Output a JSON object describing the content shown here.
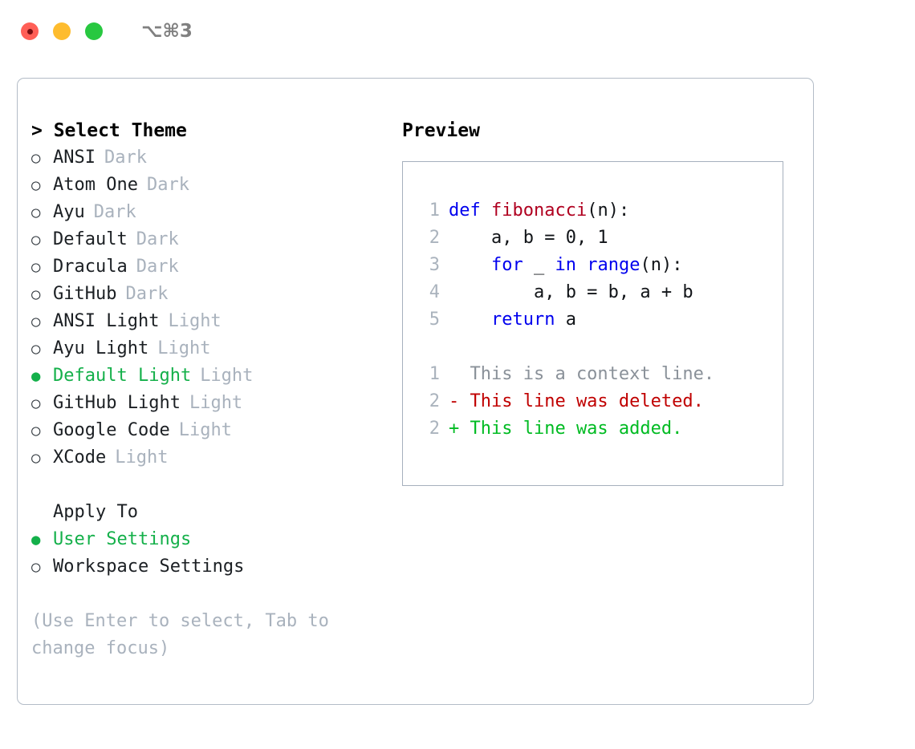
{
  "titlebar": {
    "lights": [
      {
        "name": "close",
        "color": "#ff5f57"
      },
      {
        "name": "minimize",
        "color": "#febc2e"
      },
      {
        "name": "maximize",
        "color": "#28c840"
      }
    ],
    "shortcut": "⌥⌘3"
  },
  "theme_picker": {
    "header": "> Select Theme",
    "selected_theme": "Default Light",
    "selected_color": "#14b04a",
    "bullet_selected": "●",
    "bullet_unselected": "○",
    "items": [
      {
        "bullet": "○",
        "label": "ANSI",
        "tag": "Dark",
        "selected": false
      },
      {
        "bullet": "○",
        "label": "Atom One",
        "tag": "Dark",
        "selected": false
      },
      {
        "bullet": "○",
        "label": "Ayu",
        "tag": "Dark",
        "selected": false
      },
      {
        "bullet": "○",
        "label": "Default",
        "tag": "Dark",
        "selected": false
      },
      {
        "bullet": "○",
        "label": "Dracula",
        "tag": "Dark",
        "selected": false
      },
      {
        "bullet": "○",
        "label": "GitHub",
        "tag": "Dark",
        "selected": false
      },
      {
        "bullet": "○",
        "label": "ANSI Light",
        "tag": "Light",
        "selected": false
      },
      {
        "bullet": "○",
        "label": "Ayu Light",
        "tag": "Light",
        "selected": false
      },
      {
        "bullet": "●",
        "label": "Default Light",
        "tag": "Light",
        "selected": true
      },
      {
        "bullet": "○",
        "label": "GitHub Light",
        "tag": "Light",
        "selected": false
      },
      {
        "bullet": "○",
        "label": "Google Code",
        "tag": "Light",
        "selected": false
      },
      {
        "bullet": "○",
        "label": "XCode",
        "tag": "Light",
        "selected": false
      }
    ]
  },
  "apply_to": {
    "header": "Apply To",
    "items": [
      {
        "bullet": "●",
        "label": "User Settings",
        "selected": true
      },
      {
        "bullet": "○",
        "label": "Workspace Settings",
        "selected": false
      }
    ]
  },
  "hint": "(Use Enter to select, Tab to change focus)",
  "preview": {
    "title": "Preview",
    "code_lines": [
      {
        "number": "1",
        "tokens": [
          {
            "text": "def ",
            "kind": "kw"
          },
          {
            "text": "fibonacci",
            "kind": "fn"
          },
          {
            "text": "(n):",
            "kind": "plain"
          }
        ]
      },
      {
        "number": "2",
        "tokens": [
          {
            "text": "    a, b = 0, 1",
            "kind": "plain"
          }
        ]
      },
      {
        "number": "3",
        "tokens": [
          {
            "text": "    ",
            "kind": "plain"
          },
          {
            "text": "for",
            "kind": "kw"
          },
          {
            "text": " _ ",
            "kind": "plain"
          },
          {
            "text": "in",
            "kind": "kw"
          },
          {
            "text": " ",
            "kind": "plain"
          },
          {
            "text": "range",
            "kind": "kw"
          },
          {
            "text": "(n):",
            "kind": "plain"
          }
        ]
      },
      {
        "number": "4",
        "tokens": [
          {
            "text": "        a, b = b, a + b",
            "kind": "plain"
          }
        ]
      },
      {
        "number": "5",
        "tokens": [
          {
            "text": "    ",
            "kind": "plain"
          },
          {
            "text": "return",
            "kind": "kw"
          },
          {
            "text": " a",
            "kind": "plain"
          }
        ]
      }
    ],
    "diff_lines": [
      {
        "number": "1",
        "tokens": [
          {
            "text": "  This is a context line.",
            "kind": "ctx"
          }
        ]
      },
      {
        "number": "2",
        "tokens": [
          {
            "text": "- This line was deleted.",
            "kind": "del"
          }
        ]
      },
      {
        "number": "2",
        "tokens": [
          {
            "text": "+ This line was added.",
            "kind": "add"
          }
        ]
      }
    ]
  }
}
